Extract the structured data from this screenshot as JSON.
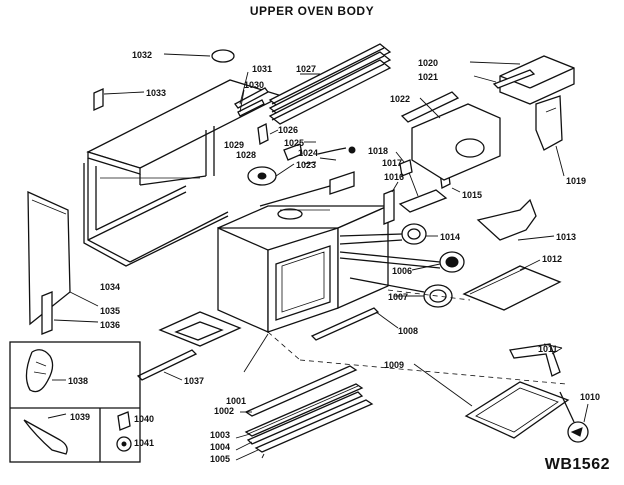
{
  "title": "UPPER OVEN BODY",
  "diagram_code": "WB1562",
  "labels": {
    "l1032": "1032",
    "l1033": "1033",
    "l1031": "1031",
    "l1027": "1027",
    "l1030": "1030",
    "l1029": "1029",
    "l1028": "1028",
    "l1026": "1026",
    "l1025": "1025",
    "l1024": "1024",
    "l1023": "1023",
    "l1020": "1020",
    "l1021": "1021",
    "l1022": "1022",
    "l1018": "1018",
    "l1017": "1017",
    "l1016": "1016",
    "l1015": "1015",
    "l1019": "1019",
    "l1014": "1014",
    "l1013": "1013",
    "l1006": "1006",
    "l1012": "1012",
    "l1007": "1007",
    "l1034": "1034",
    "l1035": "1035",
    "l1036": "1036",
    "l1008": "1008",
    "l1038": "1038",
    "l1037": "1037",
    "l1011": "1011",
    "l1009": "1009",
    "l1001": "1001",
    "l1002": "1002",
    "l1039": "1039",
    "l1040": "1040",
    "l1010": "1010",
    "l1041": "1041",
    "l1003": "1003",
    "l1004": "1004",
    "l1005": "1005"
  }
}
